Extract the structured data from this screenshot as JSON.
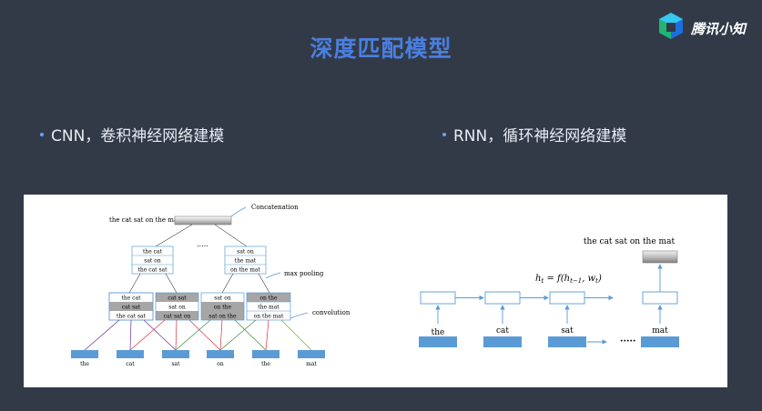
{
  "slide": {
    "title": "深度匹配模型",
    "logo_text": "腾讯小知",
    "bullets": [
      "CNN，卷积神经网络建模",
      "RNN，循环神经网络建模"
    ]
  },
  "cnn_diagram": {
    "input_sentence": "the cat sat on the mat",
    "concatenation_label": "Concatenation",
    "ellipsis": ".....",
    "max_pooling_label": "max pooling",
    "convolution_label": "convolution",
    "pool_groups": [
      [
        "the cat",
        "sat on",
        "the cat sat"
      ],
      [
        "sat on",
        "the mat",
        "on the mat"
      ]
    ],
    "conv_groups": [
      [
        "the cat",
        "cat sat",
        "the cat sat"
      ],
      [
        "cat sat",
        "sat on",
        "cat sat on"
      ],
      [
        "sat on",
        "on the",
        "sat on the"
      ],
      [
        "on the",
        "the mat",
        "on the mat"
      ]
    ],
    "words": [
      "the",
      "cat",
      "sat",
      "on",
      "the",
      "mat"
    ]
  },
  "rnn_diagram": {
    "output_sentence": "the cat sat on the mat",
    "formula": "h_t = f(h_{t-1}, w_t)",
    "formula_display": {
      "h": "h",
      "t": "t",
      "eq": " = f(h",
      "tminus1": "t−1",
      "comma": ", w",
      "close": ")"
    },
    "words": [
      "the",
      "cat",
      "sat",
      "mat"
    ],
    "ellipsis": "·····"
  },
  "colors": {
    "background": "#323a48",
    "title": "#4a7fe0",
    "bullet_dot": "#6f9ff0",
    "blue_box": "#5b9bd5",
    "grey_cell": "#a6a6a6",
    "arrow": "#5b9bd5"
  }
}
